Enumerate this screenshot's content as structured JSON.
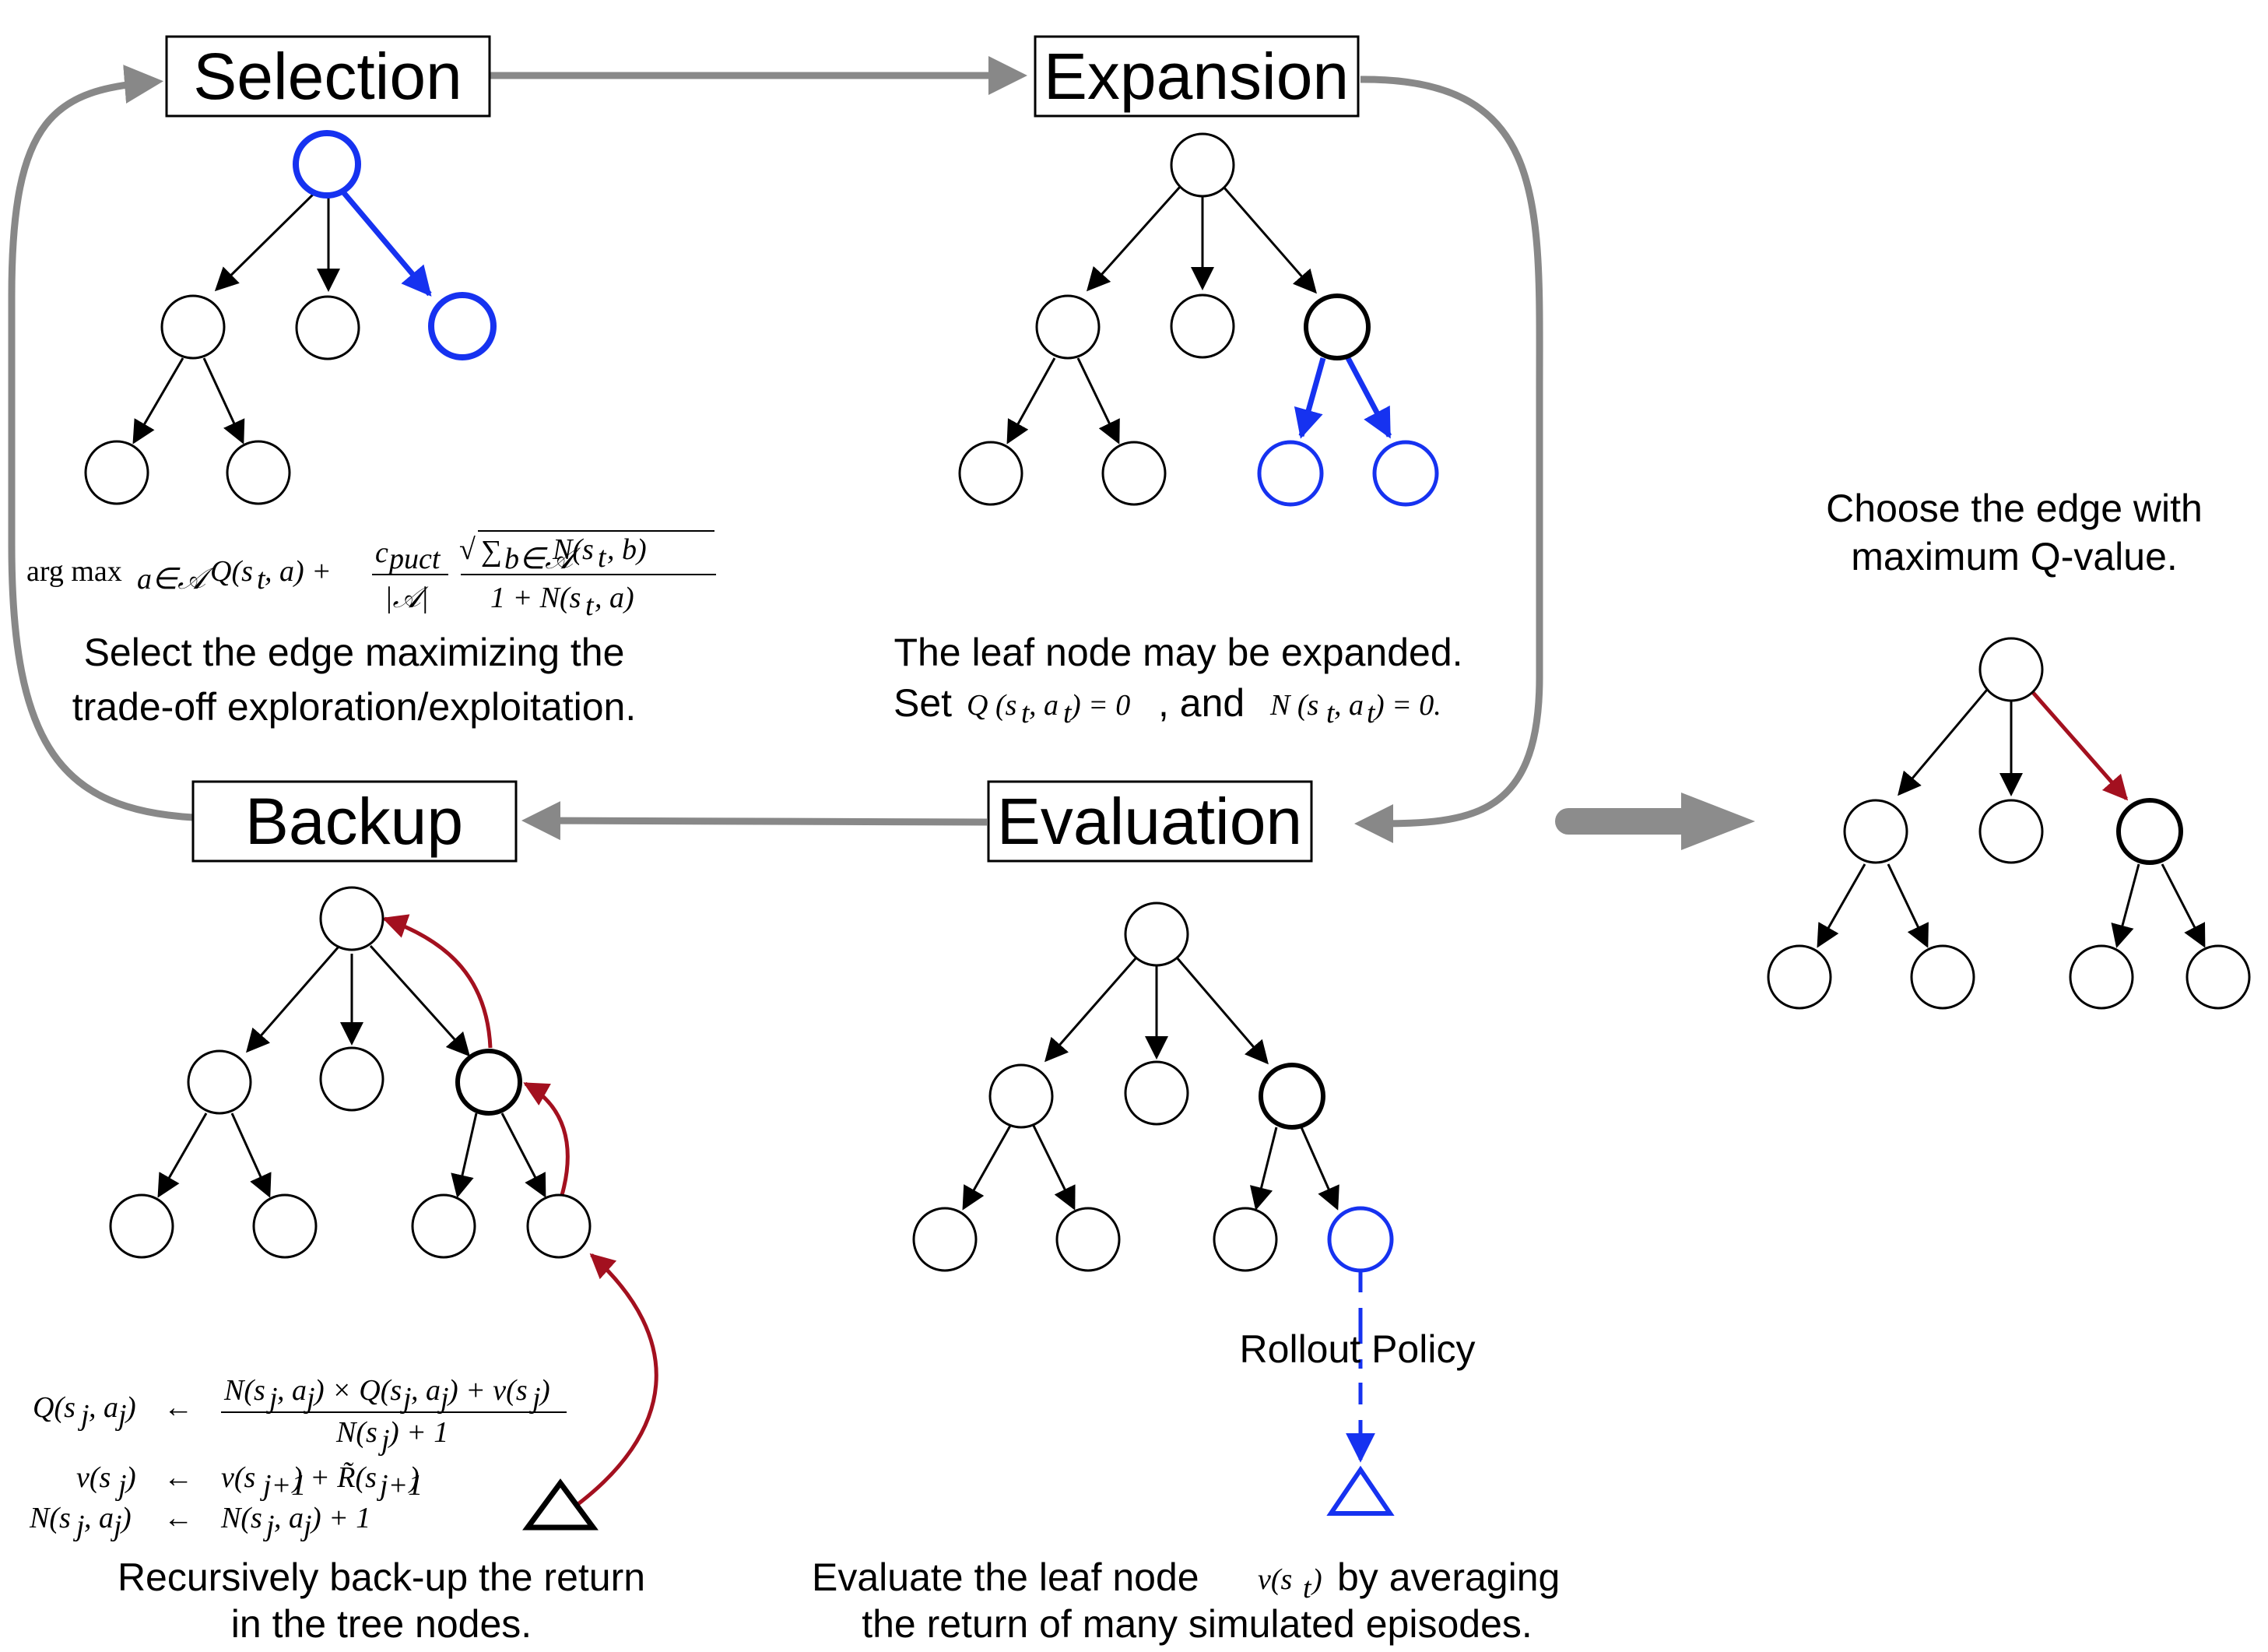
{
  "stages": {
    "selection": "Selection",
    "expansion": "Expansion",
    "evaluation": "Evaluation",
    "backup": "Backup"
  },
  "captions": {
    "selection_line1": "Select the edge maximizing the",
    "selection_line2": "trade-off exploration/exploitation.",
    "expansion_line1": "The leaf node may be expanded.",
    "expansion_line2_pre": "Set",
    "expansion_line2_mid": ", and",
    "evaluation_line1_pre": "Evaluate the  leaf node",
    "evaluation_line1_post": "by averaging",
    "evaluation_line2": "the return of many simulated episodes.",
    "backup_line1": "Recursively back-up the return",
    "backup_line2": "in the tree nodes.",
    "choose_line1": "Choose the edge with",
    "choose_line2": "maximum Q-value.",
    "rollout": "Rollout Policy"
  },
  "formulas": {
    "selection_argmax": "arg max",
    "selection_sub": "a∈𝒜",
    "selection_q": "Q(s",
    "selection_q_tail": ", a) +",
    "selection_cpuct": "c",
    "selection_cpuct_sub": "puct",
    "selection_abs_a": "|𝒜|",
    "selection_sqrt": "√",
    "selection_sum": "∑",
    "selection_sum_sub": "b∈𝒜",
    "selection_n": "N(s",
    "selection_n_tail": ", b)",
    "selection_denom": "1 + N(s",
    "selection_denom_tail": ", a)",
    "expansion_q": "Q (s",
    "expansion_q_tail": ") = 0",
    "expansion_n": "N (s",
    "expansion_n_tail": ") = 0.",
    "evaluation_v": "v(s",
    "evaluation_v_tail": ")",
    "backup_q_lhs": "Q(s",
    "backup_q_num": "N(s",
    "backup_q_den": "N(s",
    "backup_v_lhs": "v(s",
    "backup_v_rhs": "v(s",
    "backup_n_lhs": "N(s",
    "backup_n_rhs": "N(s",
    "arrow_left": "←"
  }
}
